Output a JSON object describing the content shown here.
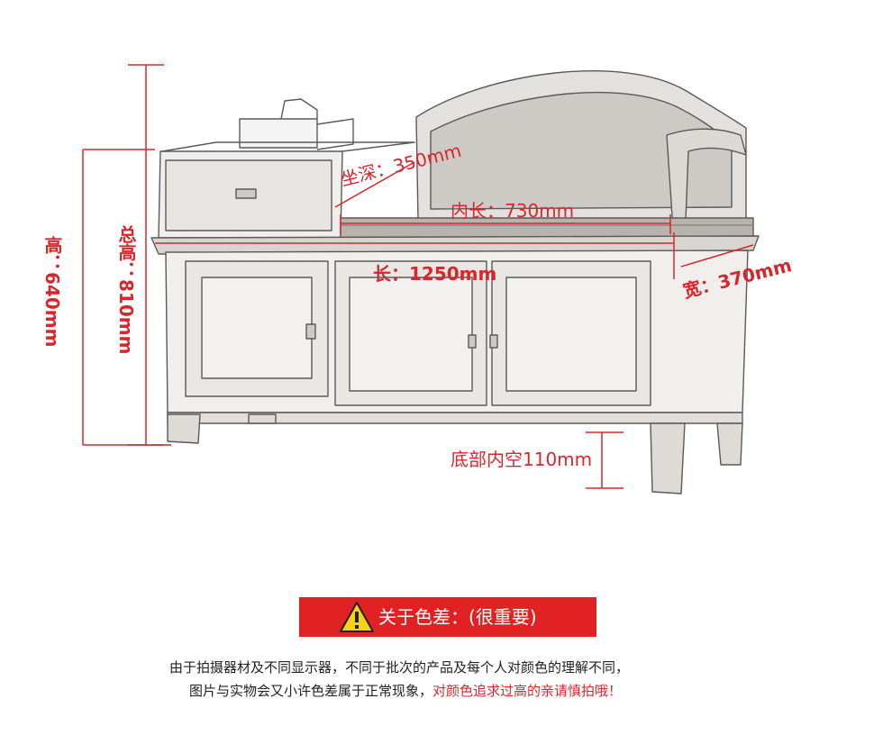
{
  "dimensions": {
    "total_height": "总高：810mm",
    "body_height": "高：640mm",
    "seat_depth": "坐深：350mm",
    "inner_length": "内长：730mm",
    "length": "长：1250mm",
    "width": "宽：370mm",
    "bottom_clearance": "底部内空110mm"
  },
  "notice": {
    "title": "关于色差：(很重要)",
    "line1": "由于拍摄器材及不同显示器，不同于批次的产品及每个人对颜色的理解不同，",
    "line2_normal": "图片与实物会又小许色差属于正常现象，",
    "line2_red": "对颜色追求过高的亲请慎拍哦！"
  },
  "colors": {
    "accent_red": "#d9262c",
    "banner_red": "#e02222",
    "sketch": "#5a5a5a"
  },
  "icons": {
    "warning": "warning-triangle-icon"
  }
}
